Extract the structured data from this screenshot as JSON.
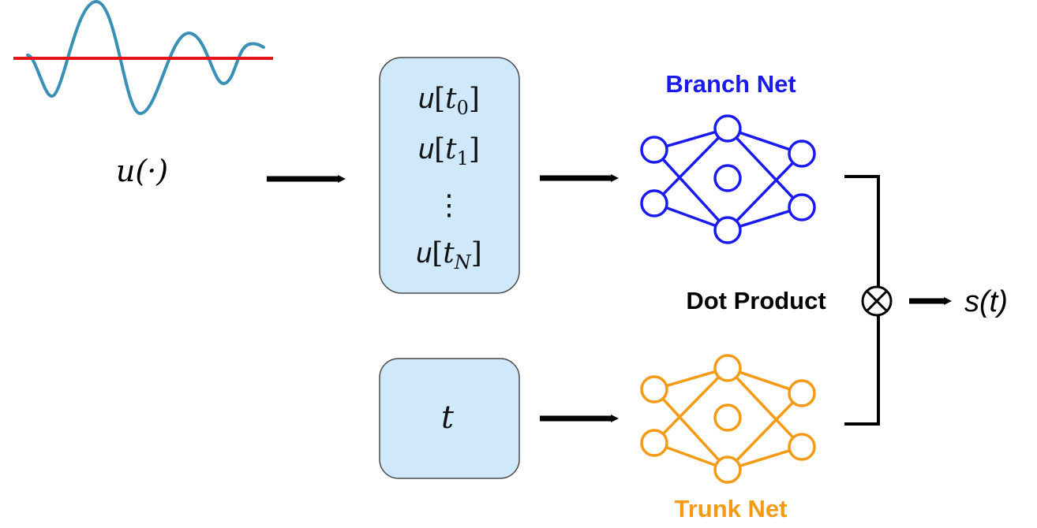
{
  "input_function": {
    "label": "u(·)",
    "wave_color": "#3a8fb7",
    "line_color": "#e8141b"
  },
  "sensor_box": {
    "items": [
      {
        "fn": "u",
        "sub": "0"
      },
      {
        "fn": "u",
        "sub": "1"
      },
      {
        "fn": "u",
        "sub": "N"
      }
    ],
    "ellipsis": "⋮",
    "var": "t",
    "fill": "#cfe9fb"
  },
  "trunk_input": {
    "label": "t"
  },
  "branch_net": {
    "label": "Branch Net",
    "color": "#1a1aee"
  },
  "trunk_net": {
    "label": "Trunk Net",
    "color": "#f59a14"
  },
  "combiner": {
    "label": "Dot Product",
    "symbol": "⊗"
  },
  "output": {
    "label": "s(t)"
  },
  "arrow_icon": "right-arrow-icon"
}
